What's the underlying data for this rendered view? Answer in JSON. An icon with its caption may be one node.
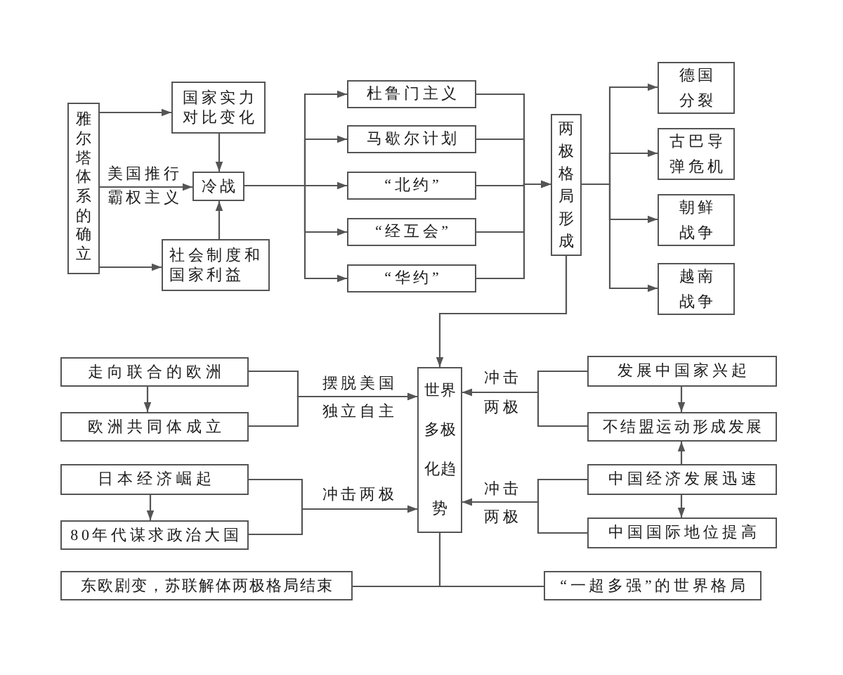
{
  "diagram": {
    "nodes": [
      {
        "text": [
          "雅尔塔体系的确立"
        ]
      },
      {
        "text": [
          "国家实力对比变化"
        ]
      },
      {
        "text": [
          "冷战"
        ]
      },
      {
        "text": [
          "社会制度和国家利益"
        ]
      },
      {
        "text": [
          "杜鲁门主义"
        ]
      },
      {
        "text": [
          "马歇尔计划"
        ]
      },
      {
        "text": [
          "“北约”"
        ]
      },
      {
        "text": [
          "“经互会”"
        ]
      },
      {
        "text": [
          "“华约”"
        ]
      },
      {
        "text": [
          "两极格局形成"
        ]
      },
      {
        "text": [
          "德国分裂"
        ]
      },
      {
        "text": [
          "古巴导弹危机"
        ]
      },
      {
        "text": [
          "朝鲜战争"
        ]
      },
      {
        "text": [
          "越南战争"
        ]
      },
      {
        "text": [
          "走向联合的欧洲"
        ]
      },
      {
        "text": [
          "欧洲共同体成立"
        ]
      },
      {
        "text": [
          "日本经济崛起"
        ]
      },
      {
        "text": [
          "80年代谋求政治大国"
        ]
      },
      {
        "text": [
          "世界多极化趋势"
        ]
      },
      {
        "text": [
          "发展中国家兴起"
        ]
      },
      {
        "text": [
          "不结盟运动形成发展"
        ]
      },
      {
        "text": [
          "中国经济发展迅速"
        ]
      },
      {
        "text": [
          "中国国际地位提高"
        ]
      },
      {
        "text": [
          "东欧剧变，苏联解体两极格局结束"
        ]
      },
      {
        "text": [
          "“一超多强”的世界格局"
        ]
      }
    ],
    "edges": [
      {
        "from": 0,
        "to": 1,
        "arrow": "to"
      },
      {
        "from": 0,
        "to": 2,
        "arrow": "to",
        "label": "美国推行霸权主义"
      },
      {
        "from": 0,
        "to": 3,
        "arrow": "to"
      },
      {
        "from": 1,
        "to": 2,
        "arrow": "to"
      },
      {
        "from": 3,
        "to": 2,
        "arrow": "to"
      },
      {
        "from": 2,
        "to": 4,
        "arrow": "to"
      },
      {
        "from": 2,
        "to": 5,
        "arrow": "to"
      },
      {
        "from": 2,
        "to": 6,
        "arrow": "to"
      },
      {
        "from": 2,
        "to": 7,
        "arrow": "to"
      },
      {
        "from": 2,
        "to": 8,
        "arrow": "to"
      },
      {
        "from": 4,
        "to": 9,
        "arrow": "to"
      },
      {
        "from": 5,
        "to": 9,
        "arrow": "to"
      },
      {
        "from": 6,
        "to": 9,
        "arrow": "to"
      },
      {
        "from": 7,
        "to": 9,
        "arrow": "to"
      },
      {
        "from": 8,
        "to": 9,
        "arrow": "to"
      },
      {
        "from": 9,
        "to": 10,
        "arrow": "to"
      },
      {
        "from": 9,
        "to": 11,
        "arrow": "to"
      },
      {
        "from": 9,
        "to": 12,
        "arrow": "to"
      },
      {
        "from": 9,
        "to": 13,
        "arrow": "to"
      },
      {
        "from": 9,
        "to": 18,
        "arrow": "to"
      },
      {
        "from": 14,
        "to": 15,
        "arrow": "to"
      },
      {
        "from": 14,
        "to": 18,
        "arrow": "to",
        "label": "摆脱美国独立自主"
      },
      {
        "from": 15,
        "to": 18,
        "arrow": "to"
      },
      {
        "from": 16,
        "to": 17,
        "arrow": "to"
      },
      {
        "from": 16,
        "to": 18,
        "arrow": "to",
        "label": "冲击两极"
      },
      {
        "from": 17,
        "to": 18,
        "arrow": "to"
      },
      {
        "from": 19,
        "to": 20,
        "arrow": "to"
      },
      {
        "from": 19,
        "to": 18,
        "arrow": "to",
        "label": "冲击两极"
      },
      {
        "from": 20,
        "to": 18,
        "arrow": "to"
      },
      {
        "from": 21,
        "to": 20,
        "arrow": "to"
      },
      {
        "from": 21,
        "to": 22,
        "arrow": "to"
      },
      {
        "from": 21,
        "to": 18,
        "arrow": "to",
        "label": "冲击两极"
      },
      {
        "from": 22,
        "to": 18,
        "arrow": "to"
      },
      {
        "from": 18,
        "to": 24,
        "arrow": "none"
      },
      {
        "from": 23,
        "to": 24,
        "arrow": "none"
      }
    ]
  }
}
